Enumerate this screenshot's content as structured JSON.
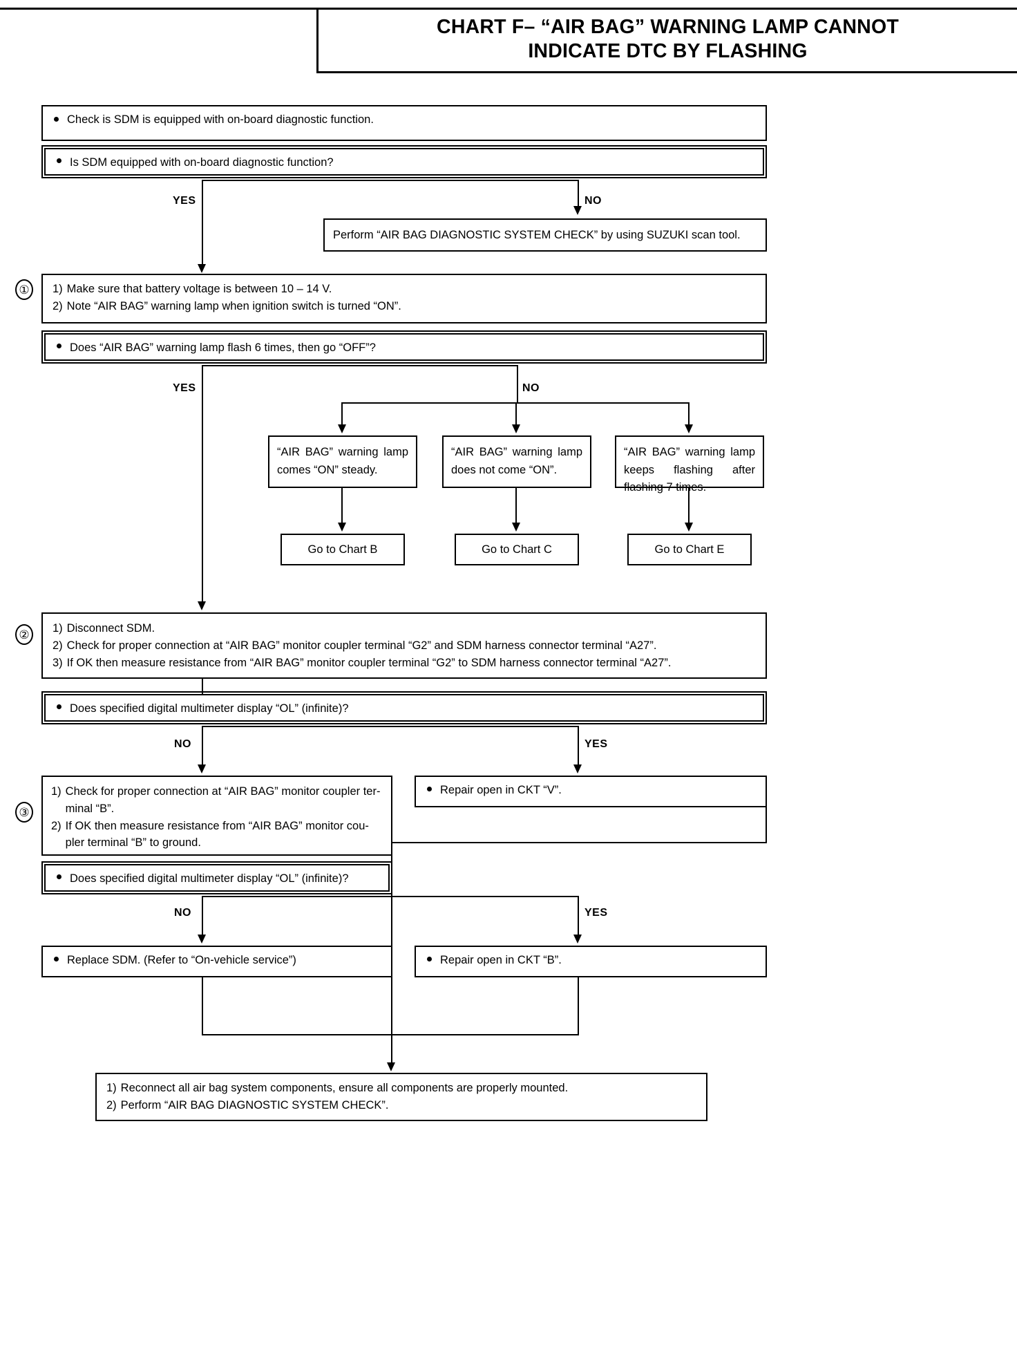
{
  "document": {
    "title_line1": "CHART F– “AIR BAG” WARNING LAMP CANNOT",
    "title_line2": "INDICATE DTC BY FLASHING"
  },
  "labels": {
    "yes": "YES",
    "no": "NO"
  },
  "steps": {
    "one": "①",
    "two": "②",
    "three": "③"
  },
  "nodes": {
    "check_sdm": "Check is SDM is equipped with on-board diagnostic function.",
    "q_sdm_equipped": "Is SDM equipped with on-board diagnostic function?",
    "perform_check_scan": "Perform “AIR BAG DIAGNOSTIC SYSTEM CHECK” by using SUZUKI scan tool.",
    "step1_line1_num": "1)",
    "step1_line1_text": "Make sure that battery voltage is between 10 – 14 V.",
    "step1_line2_num": "2)",
    "step1_line2_text": "Note “AIR BAG” warning lamp when ignition switch is turned “ON”.",
    "q_lamp_flash6": "Does “AIR BAG” warning lamp flash 6 times, then go “OFF”?",
    "outcome_a": "“AIR BAG” warning lamp comes “ON” steady.",
    "outcome_b": "“AIR BAG” warning lamp does not come “ON”.",
    "outcome_c": "“AIR BAG” warning lamp keeps flashing after flashing 7 times.",
    "goto_chart_b": "Go to Chart B",
    "goto_chart_c": "Go to Chart C",
    "goto_chart_e": "Go to Chart E",
    "step2_line1_num": "1)",
    "step2_line1_text": "Disconnect SDM.",
    "step2_line2_num": "2)",
    "step2_line2_text": "Check for proper connection at “AIR BAG” monitor coupler terminal “G2” and SDM harness connector terminal “A27”.",
    "step2_line3_num": "3)",
    "step2_line3_text": "If OK then measure resistance from “AIR BAG” monitor coupler terminal “G2” to SDM harness connector terminal “A27”.",
    "q_multimeter_ol_1": "Does specified digital multimeter display “OL” (infinite)?",
    "repair_open_ckt_v": "Repair open in CKT “V”.",
    "step3_line1_num": "1)",
    "step3_line1_text": "Check for proper connection at “AIR BAG” monitor coupler ter-minal “B”.",
    "step3_line2_num": "2)",
    "step3_line2_text": "If OK then measure resistance from “AIR BAG” monitor cou-pler terminal “B” to ground.",
    "q_multimeter_ol_2": "Does specified digital multimeter display “OL” (infinite)?",
    "replace_sdm": "Replace SDM. (Refer to “On-vehicle service”)",
    "repair_open_ckt_b": "Repair open in CKT “B”.",
    "final_line1_num": "1)",
    "final_line1_text": "Reconnect all air bag system components, ensure all components are properly mounted.",
    "final_line2_num": "2)",
    "final_line2_text": "Perform “AIR BAG DIAGNOSTIC SYSTEM CHECK”."
  }
}
